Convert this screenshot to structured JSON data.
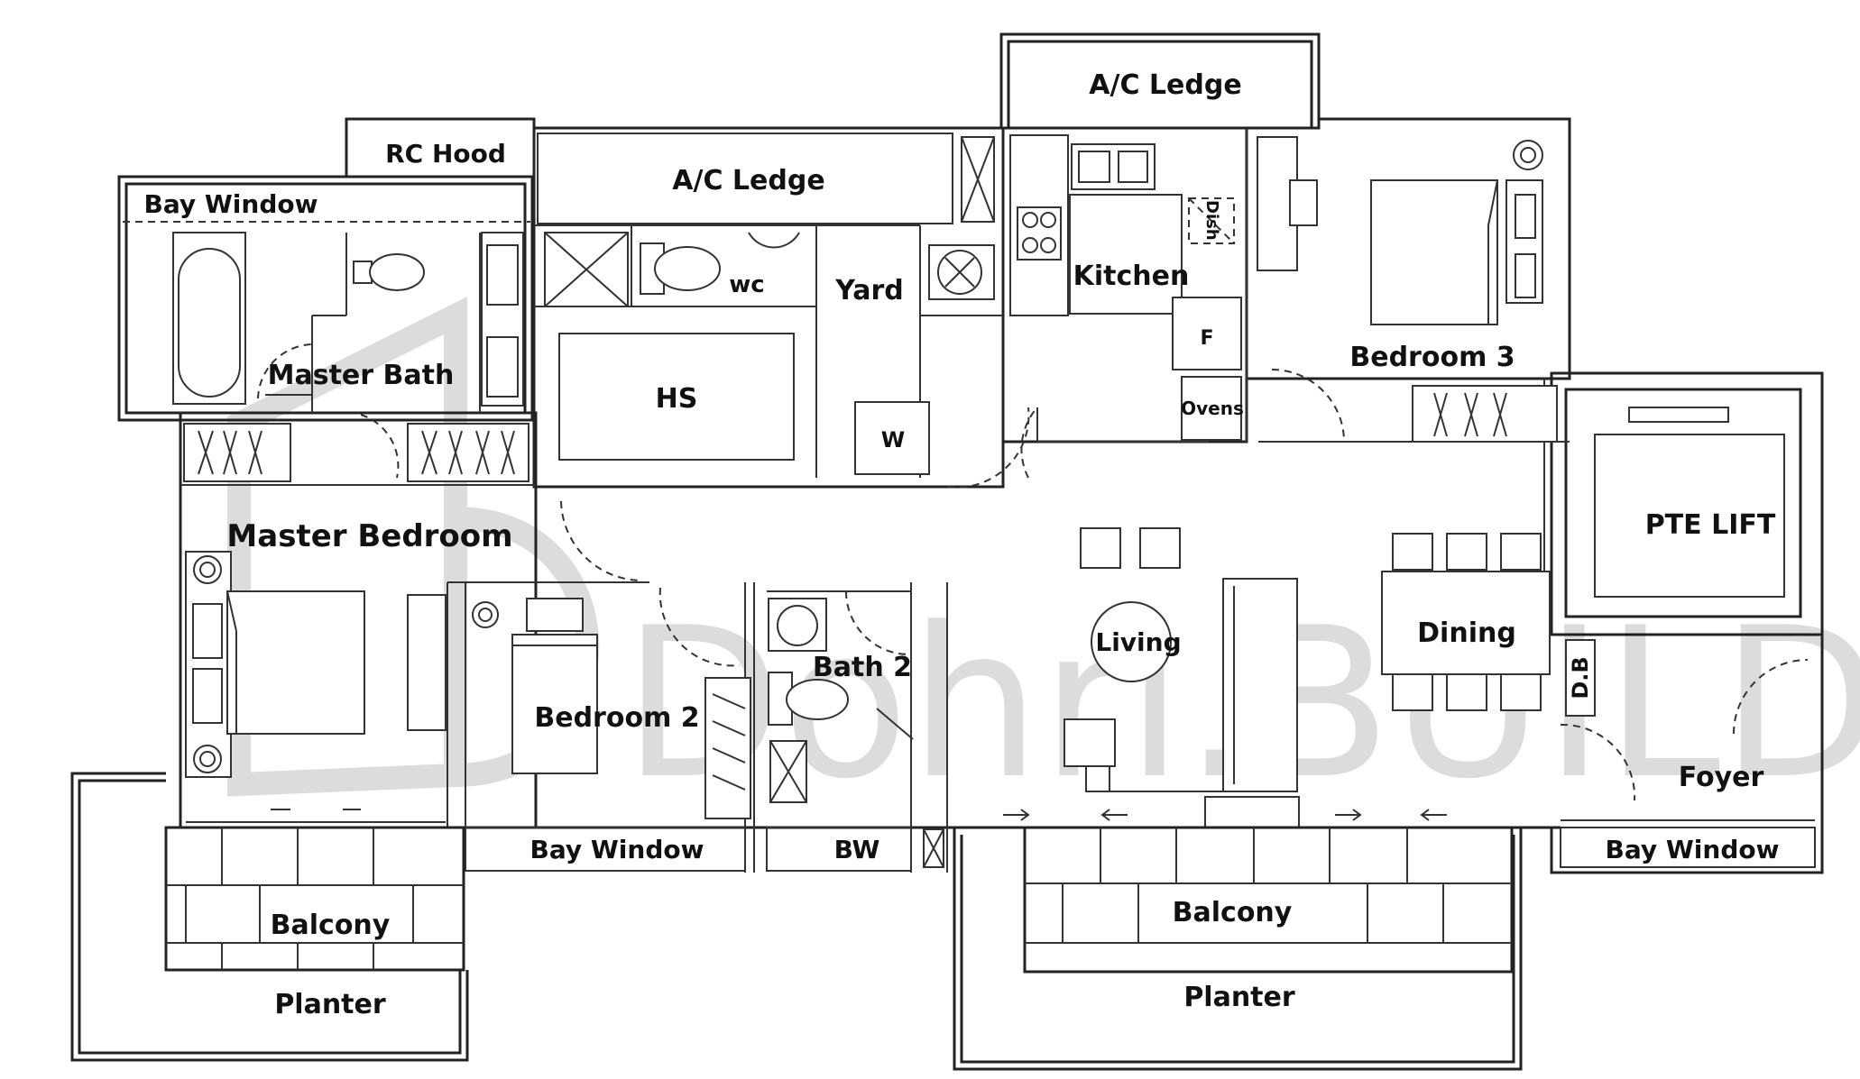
{
  "colors": {
    "wall": "#222222",
    "watermark": "#dcdcdc",
    "text": "#111111"
  },
  "watermark": "Dohri.BUILD",
  "rooms": {
    "ac_ledge_top": "A/C Ledge",
    "rc_hood": "RC Hood",
    "ac_ledge": "A/C Ledge",
    "bay_window_master": "Bay Window",
    "master_bath": "Master Bath",
    "wc": "wc",
    "yard": "Yard",
    "kitchen": "Kitchen",
    "dish": "Dish",
    "fridge": "F",
    "ovens": "Ovens",
    "hs": "HS",
    "washer": "W",
    "bedroom3": "Bedroom 3",
    "pte_lift": "PTE LIFT",
    "master_bedroom": "Master Bedroom",
    "living": "Living",
    "dining": "Dining",
    "bath2": "Bath 2",
    "bedroom2": "Bedroom 2",
    "db": "D.B",
    "foyer": "Foyer",
    "bay_window_bed2": "Bay Window",
    "bw": "BW",
    "bay_window_foyer": "Bay Window",
    "balcony_left": "Balcony",
    "balcony_right": "Balcony",
    "planter_left": "Planter",
    "planter_right": "Planter"
  },
  "icons": [
    "bathtub-icon",
    "toilet-icon",
    "sink-icon",
    "shower-icon",
    "stove-icon",
    "bed-icon",
    "wardrobe-icon",
    "table-icon",
    "sofa-icon",
    "lamp-icon",
    "fan-icon",
    "sliding-door-arrow-icon"
  ]
}
